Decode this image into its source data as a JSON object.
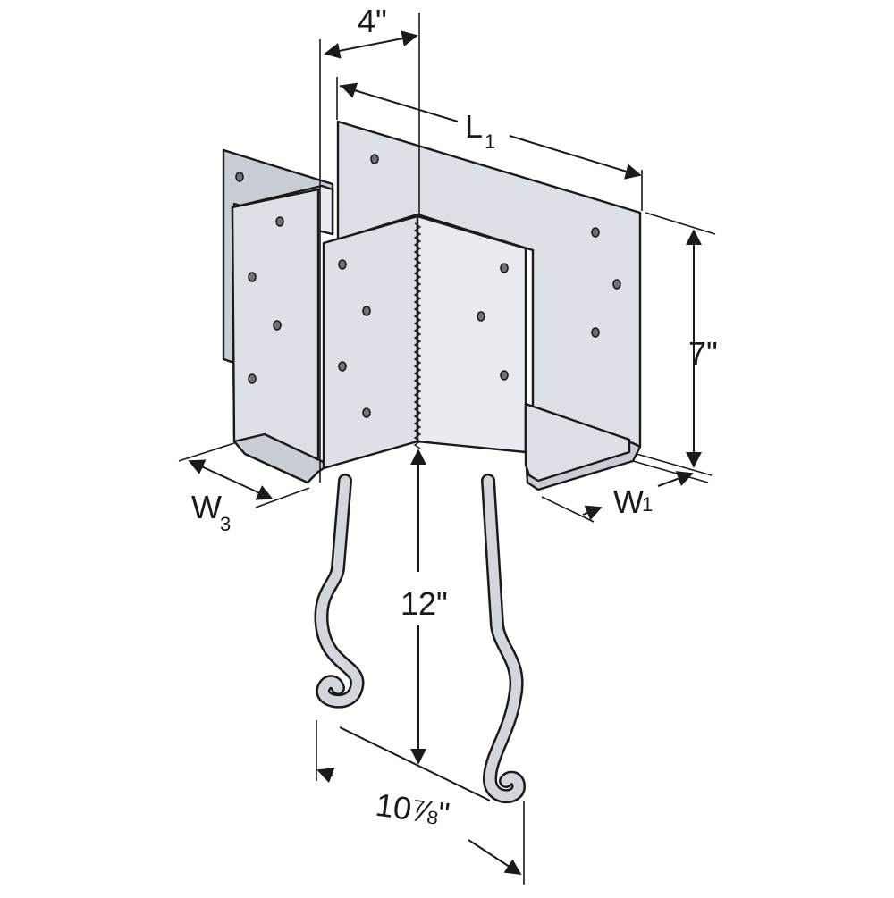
{
  "diagram": {
    "dimensions": {
      "top_width": "4\"",
      "length": {
        "main": "L",
        "sub": "1"
      },
      "height": "7\"",
      "width_left": {
        "main": "W",
        "sub": "3"
      },
      "width_right": {
        "main": "W",
        "sub": "1"
      },
      "strap_length": "12\"",
      "strap_spread": "10⅞\""
    },
    "colors": {
      "metal": "#dde0e6",
      "metal_shadow": "#c9cdd5",
      "outline": "#1a1a1a",
      "holes": "#6d717a"
    },
    "icons": [
      "dimension-arrow-icon",
      "nail-hole-icon"
    ]
  }
}
